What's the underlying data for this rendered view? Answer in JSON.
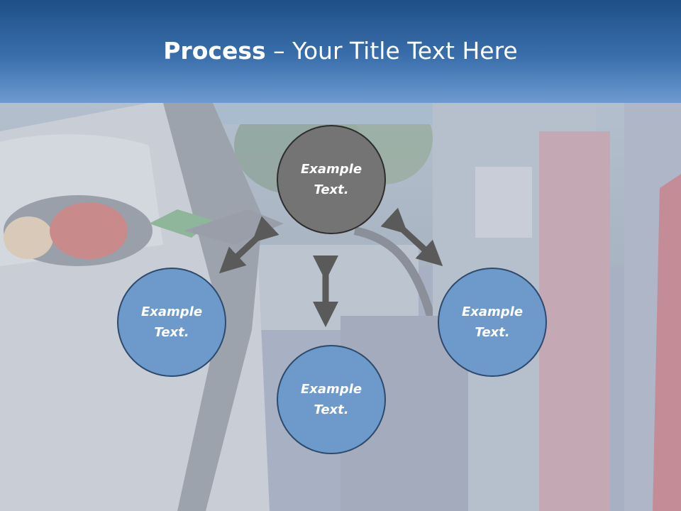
{
  "slide": {
    "title_bold": "Process",
    "title_rest": " – Your Title Text Here"
  },
  "nodes": {
    "top": "Example Text.",
    "left": "Example Text.",
    "right": "Example Text.",
    "bottom": "Example Text."
  },
  "colors": {
    "header": "#2d5f9c",
    "node_blue": "#6d9acb",
    "node_gray": "#747474",
    "arrow": "#5a5a5a"
  }
}
